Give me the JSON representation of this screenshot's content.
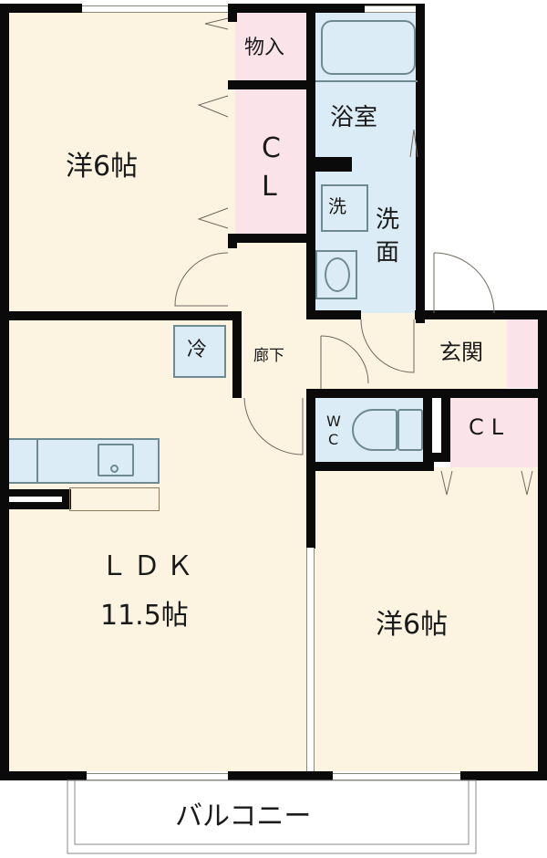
{
  "floor_plan": {
    "rooms": {
      "western_room_top": {
        "label": "洋6帖",
        "type": "western room",
        "size_jo": 6
      },
      "storage": {
        "label": "物入"
      },
      "closet_top": {
        "label_line1": "C",
        "label_line2": "L"
      },
      "bathroom": {
        "label": "浴室"
      },
      "washroom": {
        "label_line1": "洗",
        "label_line2": "面"
      },
      "washer_space": {
        "label": "洗"
      },
      "hallway": {
        "label": "廊下"
      },
      "fridge_space": {
        "label": "冷"
      },
      "entrance": {
        "label": "玄関"
      },
      "toilet": {
        "label_line1": "W",
        "label_line2": "C"
      },
      "closet_bottom": {
        "label": "CL"
      },
      "ldk": {
        "label_line1": "ＬＤＫ",
        "label_line2": "11.5帖",
        "size_jo": 11.5
      },
      "western_room_bottom": {
        "label": "洋6帖",
        "type": "western room",
        "size_jo": 6
      },
      "balcony": {
        "label": "バルコニー"
      }
    },
    "colors": {
      "floor": "#fdf3e1",
      "wet_area": "#dcecf6",
      "closet": "#fbe3ea",
      "wall": "#0a0a0a"
    }
  }
}
